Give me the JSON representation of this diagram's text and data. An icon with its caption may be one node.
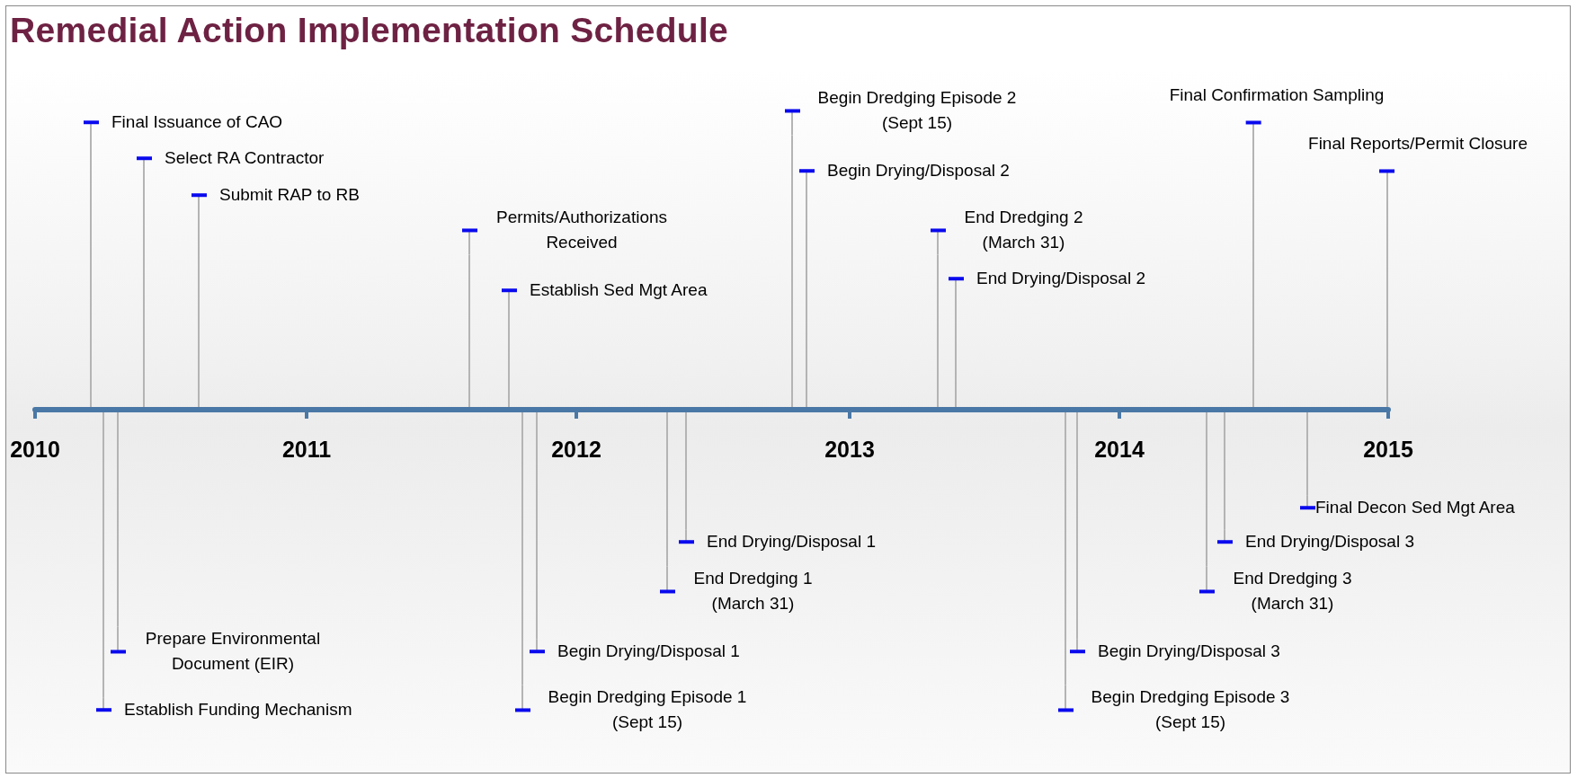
{
  "diagram": {
    "title": "Remedial Action Implementation Schedule",
    "nodes": [
      {
        "text": [],
        "shape": "bar"
      },
      {
        "text": [
          "Final Issuance of CAO"
        ]
      },
      {
        "text": [
          "Establish Funding Mechanism"
        ]
      },
      {
        "text": [
          "Prepare Environmental Document (EIR)"
        ]
      },
      {
        "text": [
          "Select RA Contractor"
        ]
      },
      {
        "text": [
          "Submit RAP to RB"
        ]
      },
      {
        "text": [
          "Permits/Authorizations Received"
        ]
      },
      {
        "text": [
          "Establish Sed Mgt Area"
        ]
      },
      {
        "text": [
          "Begin Dredging Episode 1 (Sept 15)"
        ]
      },
      {
        "text": [
          "Begin Drying/Disposal 1"
        ]
      },
      {
        "text": [
          "End Dredging 1 (March 31)"
        ]
      },
      {
        "text": [
          "End Drying/Disposal 1"
        ]
      },
      {
        "text": [
          "Begin Dredging Episode 2 (Sept 15)"
        ]
      },
      {
        "text": [
          "Begin Drying/Disposal 2"
        ]
      },
      {
        "text": [
          "End Dredging 2 (March 31)"
        ]
      },
      {
        "text": [
          "End Drying/Disposal 2"
        ]
      },
      {
        "text": [
          "Begin Dredging Episode 3 (Sept 15)"
        ]
      },
      {
        "text": [
          "Begin Drying/Disposal 3"
        ]
      },
      {
        "text": [
          "End Dredging 3 (March 31)"
        ]
      },
      {
        "text": [
          "End Drying/Disposal 3"
        ]
      },
      {
        "text": [
          "Final Confirmation Sampling"
        ]
      },
      {
        "text": [
          "Final Decon Sed Mgt Area"
        ]
      },
      {
        "text": [
          "Final Reports/Permit Closure"
        ]
      }
    ],
    "edges": [
      {
        "from": 1,
        "to": 0,
        "arrow": "none"
      },
      {
        "from": 2,
        "to": 0,
        "arrow": "none"
      },
      {
        "from": 3,
        "to": 0,
        "arrow": "none"
      },
      {
        "from": 4,
        "to": 0,
        "arrow": "none"
      },
      {
        "from": 5,
        "to": 0,
        "arrow": "none"
      },
      {
        "from": 6,
        "to": 0,
        "arrow": "none"
      },
      {
        "from": 7,
        "to": 0,
        "arrow": "none"
      },
      {
        "from": 8,
        "to": 0,
        "arrow": "none"
      },
      {
        "from": 9,
        "to": 0,
        "arrow": "none"
      },
      {
        "from": 10,
        "to": 0,
        "arrow": "none"
      },
      {
        "from": 11,
        "to": 0,
        "arrow": "none"
      },
      {
        "from": 12,
        "to": 0,
        "arrow": "none"
      },
      {
        "from": 13,
        "to": 0,
        "arrow": "none"
      },
      {
        "from": 14,
        "to": 0,
        "arrow": "none"
      },
      {
        "from": 15,
        "to": 0,
        "arrow": "none"
      },
      {
        "from": 16,
        "to": 0,
        "arrow": "none"
      },
      {
        "from": 17,
        "to": 0,
        "arrow": "none"
      },
      {
        "from": 18,
        "to": 0,
        "arrow": "none"
      },
      {
        "from": 19,
        "to": 0,
        "arrow": "none"
      },
      {
        "from": 20,
        "to": 0,
        "arrow": "none"
      },
      {
        "from": 21,
        "to": 0,
        "arrow": "none"
      },
      {
        "from": 22,
        "to": 0,
        "arrow": "none"
      }
    ],
    "labels": [
      "2010",
      "2011",
      "2012",
      "2013",
      "2014",
      "2015"
    ]
  }
}
